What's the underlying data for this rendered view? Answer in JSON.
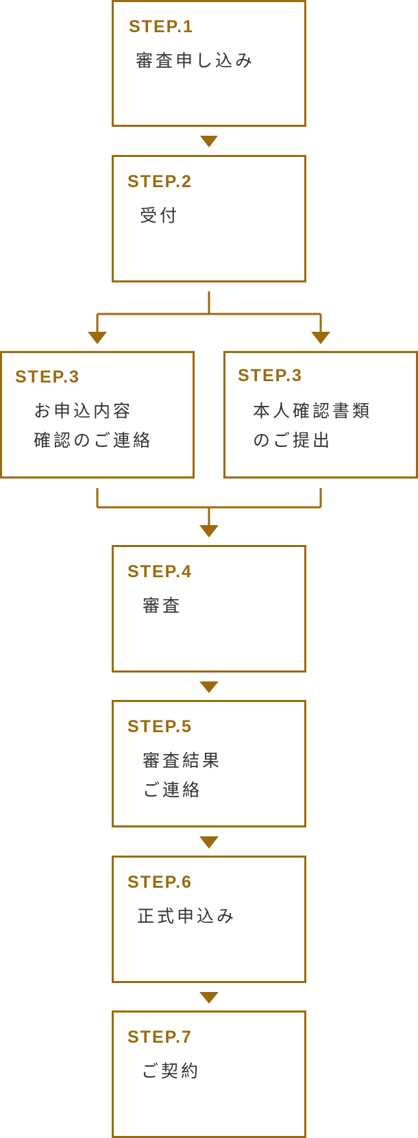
{
  "flow": {
    "accent_color": "#9b6a0e",
    "text_color": "#333333",
    "steps": [
      {
        "label": "STEP.1",
        "lines": [
          "審査申し込み"
        ]
      },
      {
        "label": "STEP.2",
        "lines": [
          "受付"
        ]
      },
      {
        "label": "STEP.3",
        "lines": [
          "お申込内容",
          "確認のご連絡"
        ]
      },
      {
        "label": "STEP.3",
        "lines": [
          "本人確認書類",
          "のご提出"
        ]
      },
      {
        "label": "STEP.4",
        "lines": [
          "審査"
        ]
      },
      {
        "label": "STEP.5",
        "lines": [
          "審査結果",
          "ご連絡"
        ]
      },
      {
        "label": "STEP.6",
        "lines": [
          "正式申込み"
        ]
      },
      {
        "label": "STEP.7",
        "lines": [
          "ご契約"
        ]
      }
    ]
  }
}
